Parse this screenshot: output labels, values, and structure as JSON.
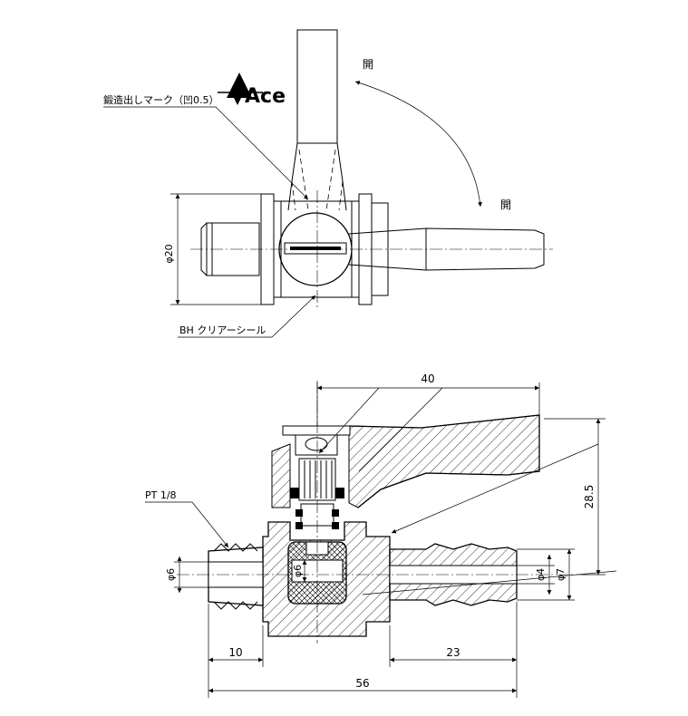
{
  "labels": {
    "logo": "Ace",
    "forged_mark": "鍛造出しマーク（凹0.5）",
    "open_top": "開",
    "open_right": "開",
    "phi20": "φ20",
    "bh_seal": "BH クリアーシール",
    "dim_40": "40",
    "dim_28_5": "28.5",
    "pt": "PT 1/8",
    "phi6_left": "φ6",
    "phi6_mid": "φ6",
    "phi4": "φ4",
    "phi7": "φ7",
    "dim_10": "10",
    "dim_23": "23",
    "dim_56": "56"
  }
}
